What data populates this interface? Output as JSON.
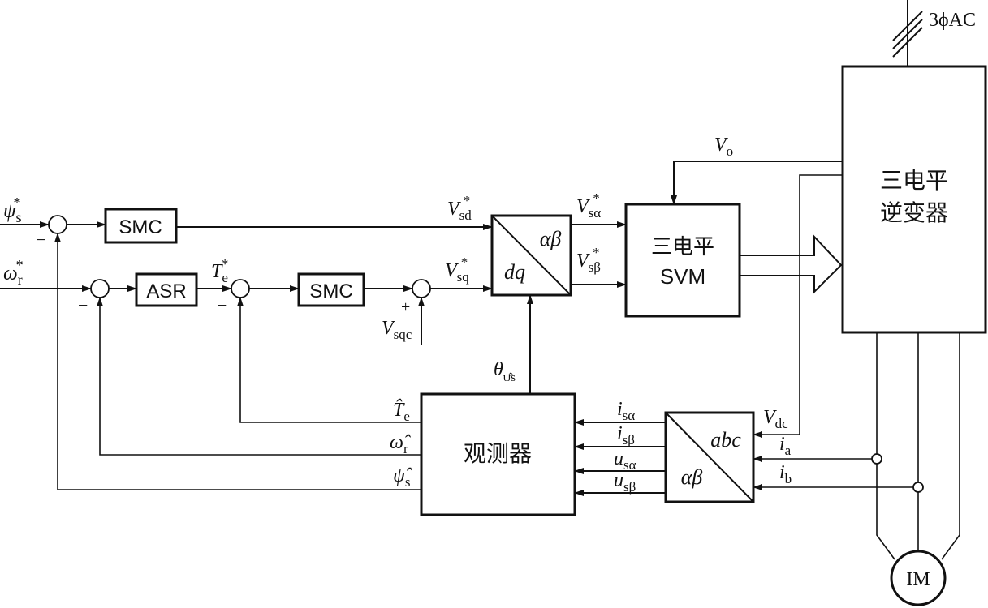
{
  "blocks": {
    "smc_top": "SMC",
    "asr": "ASR",
    "smc_mid": "SMC",
    "svm_line1": "三电平",
    "svm_line2": "SVM",
    "inverter_line1": "三电平",
    "inverter_line2": "逆变器",
    "observer": "观测器",
    "motor": "IM",
    "dq_alpha_beta": {
      "top_right": "αβ",
      "bottom_left": "dq"
    },
    "abc_alpha_beta": {
      "top_right": "abc",
      "bottom_left": "αβ"
    }
  },
  "signals": {
    "supply": {
      "base": "3ϕAC",
      "sub": ""
    },
    "psi_s_ref": {
      "base": "ψ",
      "sub": "s",
      "sup": "*"
    },
    "omega_r_ref": {
      "base": "ω",
      "sub": "r",
      "sup": "*"
    },
    "te_ref": {
      "base": "T",
      "sub": "e",
      "sup": "*"
    },
    "v_sd_ref": {
      "base": "V",
      "sub": "sd",
      "sup": "*"
    },
    "v_sq_ref": {
      "base": "V",
      "sub": "sq",
      "sup": "*"
    },
    "v_sqc": {
      "base": "V",
      "sub": "sqc"
    },
    "v_s_alpha_ref": {
      "base": "V",
      "sub": "sα",
      "sup": "*"
    },
    "v_s_beta_ref": {
      "base": "V",
      "sub": "sβ",
      "sup": "*"
    },
    "v_o": {
      "base": "V",
      "sub": "o"
    },
    "v_dc": {
      "base": "V",
      "sub": "dc"
    },
    "theta": {
      "base": "θ",
      "sub": "ψ̂s"
    },
    "te_hat": {
      "base": "T̂",
      "sub": "e"
    },
    "omega_r_hat": {
      "base": "ω̂",
      "sub": "r"
    },
    "psi_s_hat": {
      "base": "ψ̂",
      "sub": "s"
    },
    "i_s_alpha": {
      "base": "i",
      "sub": "sα"
    },
    "i_s_beta": {
      "base": "i",
      "sub": "sβ"
    },
    "u_s_alpha": {
      "base": "u",
      "sub": "sα"
    },
    "u_s_beta": {
      "base": "u",
      "sub": "sβ"
    },
    "i_a": {
      "base": "i",
      "sub": "a"
    },
    "i_b": {
      "base": "i",
      "sub": "b"
    }
  },
  "signs": {
    "minus": "−",
    "plus": "+"
  }
}
